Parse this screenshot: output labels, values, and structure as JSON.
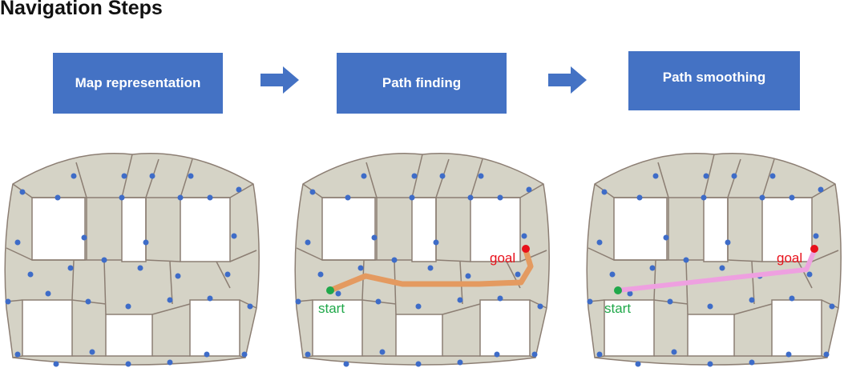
{
  "title": "Navigation Steps",
  "steps": [
    {
      "label": "Map representation"
    },
    {
      "label": "Path finding"
    },
    {
      "label": "Path smoothing"
    }
  ],
  "labels": {
    "start": "start",
    "goal": "goal"
  },
  "colors": {
    "step_fill": "#4472c4",
    "mesh_fill": "#d5d3c6",
    "mesh_edge": "#8c7e73",
    "waypoint": "#3e6cc8",
    "start_marker": "#20a84a",
    "goal_marker": "#e8101a",
    "path_found": "#e49a60",
    "path_smoothed": "#eea0e0"
  },
  "icons": [
    "arrow-right-icon"
  ]
}
